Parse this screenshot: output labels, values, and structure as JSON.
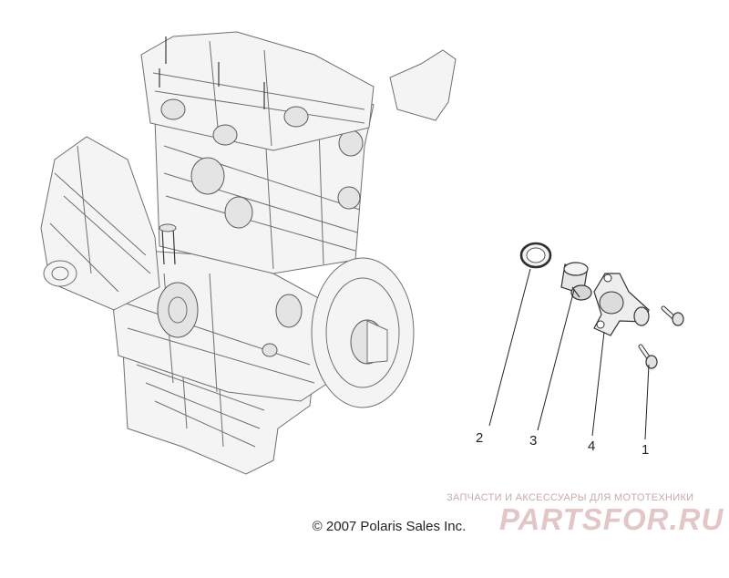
{
  "callouts": [
    {
      "id": "2",
      "label": "2"
    },
    {
      "id": "3",
      "label": "3"
    },
    {
      "id": "4",
      "label": "4"
    },
    {
      "id": "1",
      "label": "1"
    }
  ],
  "copyright": "© 2007 Polaris Sales Inc.",
  "watermark": {
    "tagline": "ЗАПЧАСТИ И АКСЕССУАРЫ ДЛЯ МОТОТЕХНИКИ",
    "logo": "PARTSFOR.RU"
  },
  "colors": {
    "line": "#6f6f6f",
    "watermark": "#e3c7c6",
    "background": "#ffffff"
  }
}
